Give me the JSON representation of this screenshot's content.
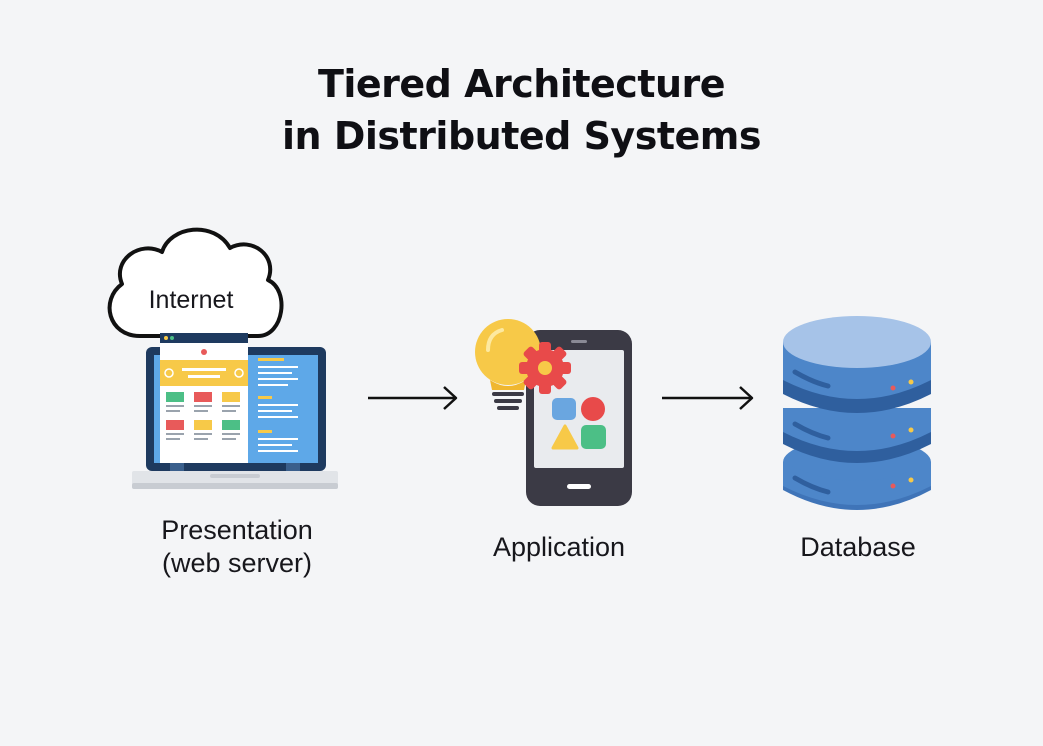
{
  "title": {
    "line1": "Tiered Architecture",
    "line2": "in Distributed Systems"
  },
  "internet_label": "Internet",
  "tiers": [
    {
      "label_line1": "Presentation",
      "label_line2": "(web server)",
      "icon": "laptop-icon"
    },
    {
      "label": "Application",
      "icon": "smartphone-icon"
    },
    {
      "label": "Database",
      "icon": "database-icon"
    }
  ],
  "colors": {
    "background": "#f4f5f7",
    "laptop_frame": "#1e3a5f",
    "screen_blue": "#5ea8e8",
    "yellow": "#f7c948",
    "red": "#e85a5a",
    "green": "#4cbf86",
    "db_blue": "#4d86c9",
    "db_top": "#a6c3e8",
    "phone_frame": "#3b3a45"
  }
}
